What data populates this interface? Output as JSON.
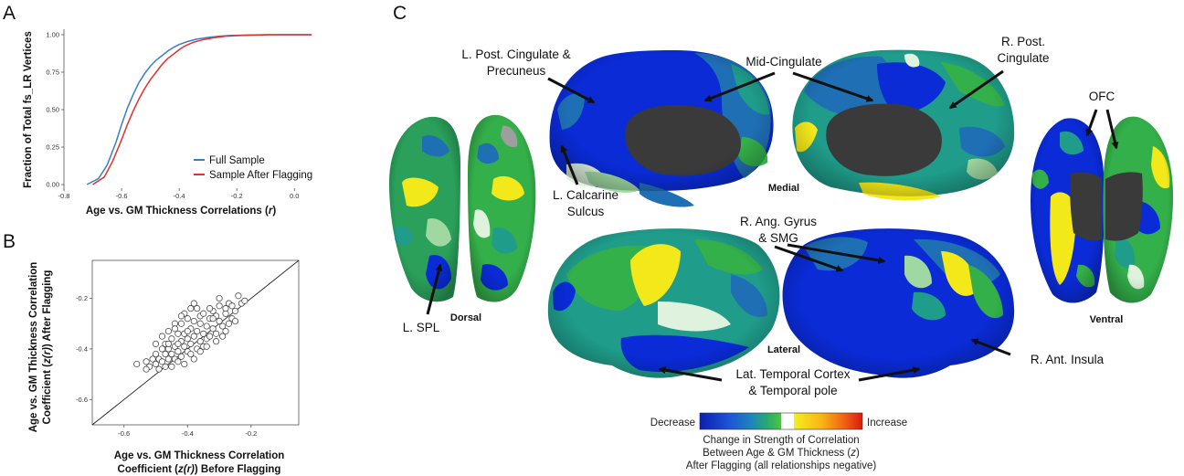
{
  "panels": {
    "a": "A",
    "b": "B",
    "c": "C"
  },
  "chart_data": [
    {
      "type": "line",
      "panel": "A",
      "xlabel_prefix": "Age vs. GM Thickness Correlations (",
      "xlabel_var": "r",
      "xlabel_suffix": ")",
      "ylabel": "Fraction of Total fs_LR Vertices",
      "xlim": [
        -0.8,
        0.05
      ],
      "ylim": [
        0,
        1
      ],
      "xticks": [
        "-0.8",
        "-0.6",
        "-0.4",
        "-0.2",
        "0.0"
      ],
      "yticks": [
        "0.00",
        "0.25",
        "0.50",
        "0.75",
        "1.00"
      ],
      "legend_position": "bottom-right",
      "series": [
        {
          "name": "Full Sample",
          "color": "#3a7fc1",
          "x": [
            -0.72,
            -0.68,
            -0.65,
            -0.62,
            -0.6,
            -0.58,
            -0.56,
            -0.54,
            -0.52,
            -0.5,
            -0.48,
            -0.46,
            -0.44,
            -0.42,
            -0.4,
            -0.37,
            -0.34,
            -0.3,
            -0.26,
            -0.22,
            -0.18,
            -0.14,
            -0.1,
            -0.05,
            0.0,
            0.06
          ],
          "y": [
            0.0,
            0.04,
            0.13,
            0.28,
            0.4,
            0.51,
            0.6,
            0.68,
            0.74,
            0.79,
            0.83,
            0.86,
            0.89,
            0.915,
            0.935,
            0.955,
            0.97,
            0.982,
            0.99,
            0.995,
            0.997,
            0.999,
            1.0,
            1.0,
            1.0,
            1.0
          ]
        },
        {
          "name": "Sample After Flagging",
          "color": "#e03030",
          "x": [
            -0.7,
            -0.66,
            -0.63,
            -0.6,
            -0.58,
            -0.56,
            -0.54,
            -0.52,
            -0.5,
            -0.48,
            -0.46,
            -0.44,
            -0.42,
            -0.4,
            -0.38,
            -0.35,
            -0.32,
            -0.28,
            -0.24,
            -0.2,
            -0.16,
            -0.12,
            -0.08,
            -0.04,
            0.0,
            0.06
          ],
          "y": [
            0.0,
            0.05,
            0.16,
            0.3,
            0.4,
            0.49,
            0.57,
            0.64,
            0.7,
            0.75,
            0.8,
            0.84,
            0.87,
            0.9,
            0.925,
            0.95,
            0.965,
            0.98,
            0.99,
            0.994,
            0.997,
            0.999,
            1.0,
            1.0,
            1.0,
            1.0
          ]
        }
      ]
    },
    {
      "type": "scatter",
      "panel": "B",
      "xlabel_line1": "Age vs. GM Thickness Correlation",
      "xlabel_line2_pre": "Coefficient (",
      "xlabel_line2_var": "z(r)",
      "xlabel_line2_post": ") Before Flagging",
      "ylabel_line1": "Age vs. GM Thickness Correlation",
      "ylabel_line2_pre": "Coefficient (",
      "ylabel_line2_var": "z(r)",
      "ylabel_line2_post": ") After Flagging",
      "xlim": [
        -0.7,
        -0.05
      ],
      "ylim": [
        -0.7,
        -0.05
      ],
      "xticks": [
        "-0.6",
        "-0.4",
        "-0.2"
      ],
      "yticks": [
        "-0.2",
        "-0.4",
        "-0.6"
      ],
      "identity_line": true,
      "points": [
        [
          -0.56,
          -0.46
        ],
        [
          -0.53,
          -0.45
        ],
        [
          -0.52,
          -0.47
        ],
        [
          -0.51,
          -0.44
        ],
        [
          -0.5,
          -0.46
        ],
        [
          -0.5,
          -0.42
        ],
        [
          -0.49,
          -0.44
        ],
        [
          -0.48,
          -0.4
        ],
        [
          -0.48,
          -0.45
        ],
        [
          -0.47,
          -0.42
        ],
        [
          -0.47,
          -0.38
        ],
        [
          -0.46,
          -0.44
        ],
        [
          -0.46,
          -0.4
        ],
        [
          -0.45,
          -0.36
        ],
        [
          -0.45,
          -0.42
        ],
        [
          -0.44,
          -0.39
        ],
        [
          -0.44,
          -0.44
        ],
        [
          -0.43,
          -0.34
        ],
        [
          -0.43,
          -0.41
        ],
        [
          -0.42,
          -0.37
        ],
        [
          -0.42,
          -0.3
        ],
        [
          -0.42,
          -0.43
        ],
        [
          -0.41,
          -0.39
        ],
        [
          -0.41,
          -0.34
        ],
        [
          -0.4,
          -0.28
        ],
        [
          -0.4,
          -0.41
        ],
        [
          -0.4,
          -0.36
        ],
        [
          -0.39,
          -0.32
        ],
        [
          -0.39,
          -0.38
        ],
        [
          -0.38,
          -0.44
        ],
        [
          -0.38,
          -0.35
        ],
        [
          -0.38,
          -0.29
        ],
        [
          -0.37,
          -0.4
        ],
        [
          -0.37,
          -0.33
        ],
        [
          -0.36,
          -0.37
        ],
        [
          -0.36,
          -0.27
        ],
        [
          -0.35,
          -0.34
        ],
        [
          -0.35,
          -0.39
        ],
        [
          -0.34,
          -0.31
        ],
        [
          -0.34,
          -0.36
        ],
        [
          -0.33,
          -0.28
        ],
        [
          -0.33,
          -0.35
        ],
        [
          -0.32,
          -0.32
        ],
        [
          -0.32,
          -0.25
        ],
        [
          -0.31,
          -0.34
        ],
        [
          -0.3,
          -0.29
        ],
        [
          -0.3,
          -0.23
        ],
        [
          -0.29,
          -0.31
        ],
        [
          -0.28,
          -0.26
        ],
        [
          -0.28,
          -0.33
        ],
        [
          -0.27,
          -0.22
        ],
        [
          -0.26,
          -0.28
        ],
        [
          -0.25,
          -0.25
        ],
        [
          -0.24,
          -0.19
        ],
        [
          -0.23,
          -0.22
        ],
        [
          -0.22,
          -0.21
        ],
        [
          -0.45,
          -0.47
        ],
        [
          -0.43,
          -0.45
        ],
        [
          -0.41,
          -0.46
        ],
        [
          -0.39,
          -0.42
        ],
        [
          -0.36,
          -0.41
        ],
        [
          -0.34,
          -0.39
        ],
        [
          -0.31,
          -0.37
        ],
        [
          -0.29,
          -0.35
        ],
        [
          -0.27,
          -0.3
        ],
        [
          -0.25,
          -0.29
        ],
        [
          -0.46,
          -0.33
        ],
        [
          -0.44,
          -0.3
        ],
        [
          -0.37,
          -0.24
        ],
        [
          -0.35,
          -0.26
        ],
        [
          -0.3,
          -0.2
        ],
        [
          -0.5,
          -0.38
        ],
        [
          -0.48,
          -0.35
        ],
        [
          -0.44,
          -0.32
        ],
        [
          -0.41,
          -0.26
        ],
        [
          -0.39,
          -0.24
        ],
        [
          -0.33,
          -0.24
        ],
        [
          -0.31,
          -0.27
        ],
        [
          -0.26,
          -0.23
        ],
        [
          -0.53,
          -0.48
        ],
        [
          -0.49,
          -0.48
        ],
        [
          -0.47,
          -0.47
        ],
        [
          -0.43,
          -0.38
        ],
        [
          -0.4,
          -0.33
        ],
        [
          -0.36,
          -0.3
        ],
        [
          -0.32,
          -0.28
        ],
        [
          -0.28,
          -0.24
        ],
        [
          -0.38,
          -0.22
        ],
        [
          -0.42,
          -0.27
        ],
        [
          -0.46,
          -0.38
        ]
      ]
    }
  ],
  "brain": {
    "labels": {
      "post_cingulate_l_1": "L. Post. Cingulate &",
      "post_cingulate_l_2": "Precuneus",
      "mid_cingulate": "Mid-Cingulate",
      "post_cingulate_r_1": "R. Post.",
      "post_cingulate_r_2": "Cingulate",
      "ofc": "OFC",
      "calcarine_1": "L. Calcarine",
      "calcarine_2": "Sulcus",
      "medial": "Medial",
      "ang_gyrus_1": "R. Ang. Gyrus",
      "ang_gyrus_2": "& SMG",
      "spl": "L. SPL",
      "dorsal": "Dorsal",
      "lateral": "Lateral",
      "ventral": "Ventral",
      "insula": "R. Ant. Insula",
      "temporal_1": "Lat. Temporal Cortex",
      "temporal_2": "& Temporal pole"
    },
    "colorbar": {
      "left": "Decrease",
      "right": "Increase",
      "caption_1": "Change in Strength of Correlation",
      "caption_2_pre": "Between Age & GM Thickness (",
      "caption_2_var": "z",
      "caption_2_post": ")",
      "caption_3": "After Flagging (all relationships negative)"
    },
    "colors": {
      "strong_decrease": "#0a2bd6",
      "moderate_decrease": "#1f6fb5",
      "teal": "#1f9c8a",
      "green": "#34b04a",
      "light_green": "#9fd8a2",
      "pale": "#dff2de",
      "yellow": "#f2e81a",
      "medial_wall": "#3a3a3a"
    }
  }
}
